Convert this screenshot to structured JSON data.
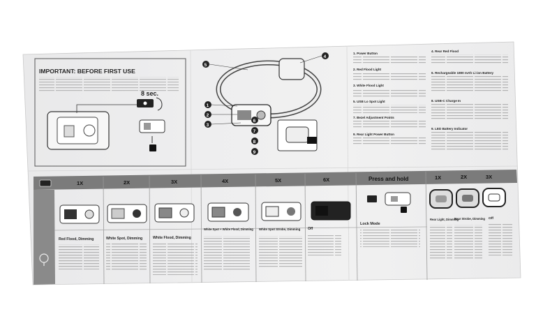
{
  "top_left": {
    "title": "IMPORTANT: BEFORE FIRST USE",
    "hold_label": "8 sec."
  },
  "diagram": {
    "callouts": [
      "1",
      "2",
      "3",
      "4",
      "5",
      "6",
      "7",
      "8",
      "9"
    ]
  },
  "parts_list": [
    "1. Power Button",
    "2. Red Flood Light",
    "3. White Flood Light",
    "4. Rear Red Flood",
    "5. USB Lo Spot Light",
    "6. Rechargeable 1800 mAh Li-ion Battery",
    "7. Bezel Adjustment Points",
    "8. USB-C Charge In",
    "9. Rear Light Power Button",
    "9. LED Battery Indicator"
  ],
  "mode_table": {
    "press_counts": [
      "1X",
      "2X",
      "3X",
      "4X",
      "5X",
      "6X"
    ],
    "hold_label": "Press and hold",
    "rear_counts": [
      "1X",
      "2X",
      "3X"
    ],
    "mode_names": [
      "Red Flood, Dimming",
      "White Spot, Dimming",
      "White Flood, Dimming",
      "White Spot + White Flood, Dimming",
      "White Spot Strobe, Dimming",
      "Off"
    ],
    "lock_mode": "Lock Mode",
    "rear_modes": [
      "Rear Light, Dimming",
      "Rear Strobe, Dimming",
      "Off"
    ]
  }
}
